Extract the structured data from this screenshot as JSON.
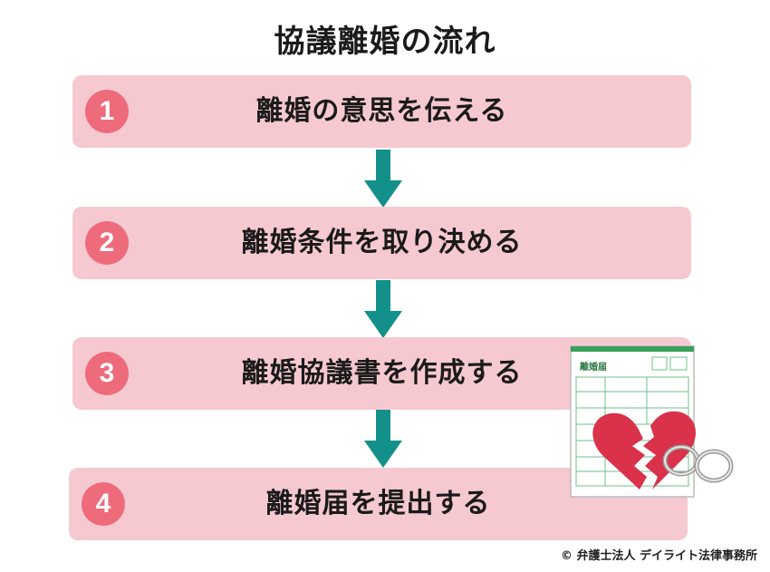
{
  "title": "協議離婚の流れ",
  "steps": [
    {
      "number": "1",
      "label": "離婚の意思を伝える"
    },
    {
      "number": "2",
      "label": "離婚条件を取り決める"
    },
    {
      "number": "3",
      "label": "離婚協議書を作成する"
    },
    {
      "number": "4",
      "label": "離婚届を提出する"
    }
  ],
  "illustration": {
    "form_title": "離婚届"
  },
  "credit": "© 弁護士法人 デイライト法律事務所",
  "colors": {
    "step_bg": "#f6c9d0",
    "number_circle": "#ee6b7c",
    "arrow": "#14908a",
    "heart": "#d9324a",
    "form_green": "#3aa05a"
  }
}
